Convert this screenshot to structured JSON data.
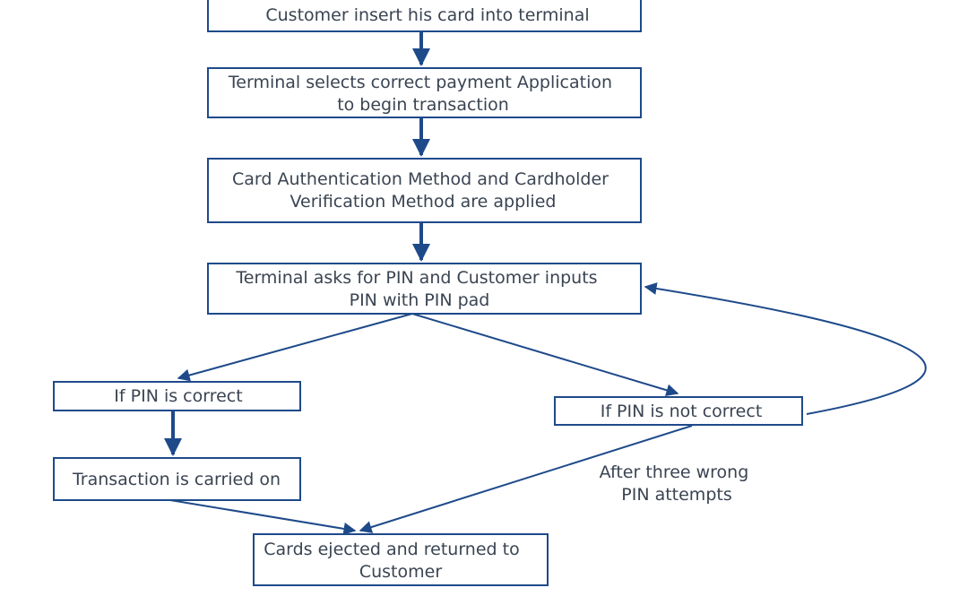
{
  "diagram": {
    "nodes": {
      "insert_card": {
        "lines": [
          "Customer insert his card into terminal"
        ]
      },
      "select_app": {
        "lines": [
          "Terminal selects correct payment Application",
          "to begin transaction"
        ]
      },
      "auth_methods": {
        "lines": [
          "Card Authentication Method and Cardholder",
          "Verification Method are applied"
        ]
      },
      "ask_pin": {
        "lines": [
          "Terminal asks for PIN and Customer inputs",
          "PIN with PIN pad"
        ]
      },
      "pin_correct": {
        "lines": [
          "If PIN is correct"
        ]
      },
      "pin_not_correct": {
        "lines": [
          "If PIN is not correct"
        ]
      },
      "transaction_carried": {
        "lines": [
          "Transaction is carried on"
        ]
      },
      "card_ejected": {
        "lines": [
          "Cards ejected and returned to",
          "Customer"
        ]
      }
    },
    "edge_labels": {
      "three_wrong": [
        "After three wrong",
        "PIN attempts"
      ]
    }
  },
  "colors": {
    "stroke": "#1e4a8a",
    "text": "#3a4452"
  }
}
